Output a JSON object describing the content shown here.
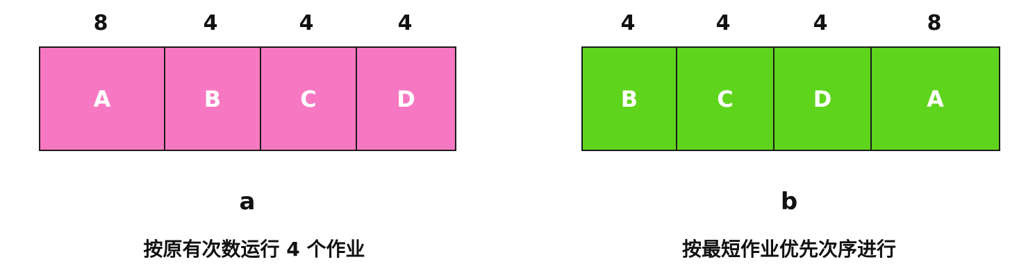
{
  "diagram": {
    "panels": [
      {
        "id": "a",
        "label": "a",
        "caption": "按原有次数运行 4 个作业",
        "color": "#f778c2",
        "jobs": [
          {
            "name": "A",
            "duration": 8
          },
          {
            "name": "B",
            "duration": 4
          },
          {
            "name": "C",
            "duration": 4
          },
          {
            "name": "D",
            "duration": 4
          }
        ]
      },
      {
        "id": "b",
        "label": "b",
        "caption": "按最短作业优先次序进行",
        "color": "#5fd41d",
        "jobs": [
          {
            "name": "B",
            "duration": 4
          },
          {
            "name": "C",
            "duration": 4
          },
          {
            "name": "D",
            "duration": 4
          },
          {
            "name": "A",
            "duration": 8
          }
        ]
      }
    ]
  }
}
